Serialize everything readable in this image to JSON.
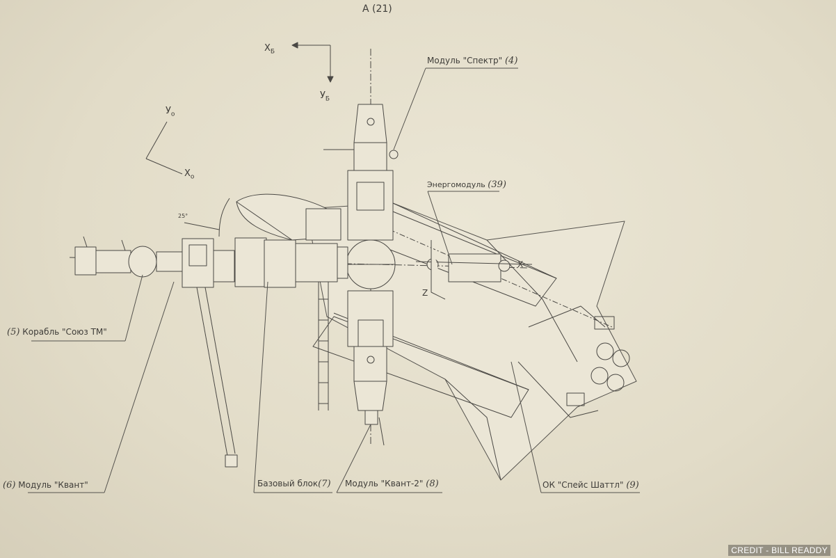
{
  "view_label": "А (21)",
  "axes": {
    "xb": "Х",
    "xb_sub": "Б",
    "yb": "У",
    "yb_sub": "Б",
    "yo": "У",
    "yo_sub": "о",
    "xo": "Х",
    "xo_sub": "о",
    "x": "Х",
    "z": "Z"
  },
  "angle_label": "25°",
  "labels": {
    "spektr": {
      "text": "Модуль \"Спектр\"",
      "num": "(4)"
    },
    "energomodul": {
      "text": "Энергомодуль",
      "num": "(39)"
    },
    "soyuz": {
      "text": "Корабль \"Союз ТМ\"",
      "num": "(5)"
    },
    "kvant": {
      "text": "Модуль \"Квант\"",
      "num": "(6)"
    },
    "bazovy": {
      "text": "Базовый блок",
      "num": "(7)"
    },
    "kvant2": {
      "text": "Модуль \"Квант-2\"",
      "num": "(8)"
    },
    "shuttle": {
      "text": "ОК \"Спейс Шаттл\"",
      "num": "(9)"
    }
  },
  "credit": "CREDIT - BILL READDY",
  "colors": {
    "ink": "#4a4844",
    "paper": "#e4dfcc"
  }
}
